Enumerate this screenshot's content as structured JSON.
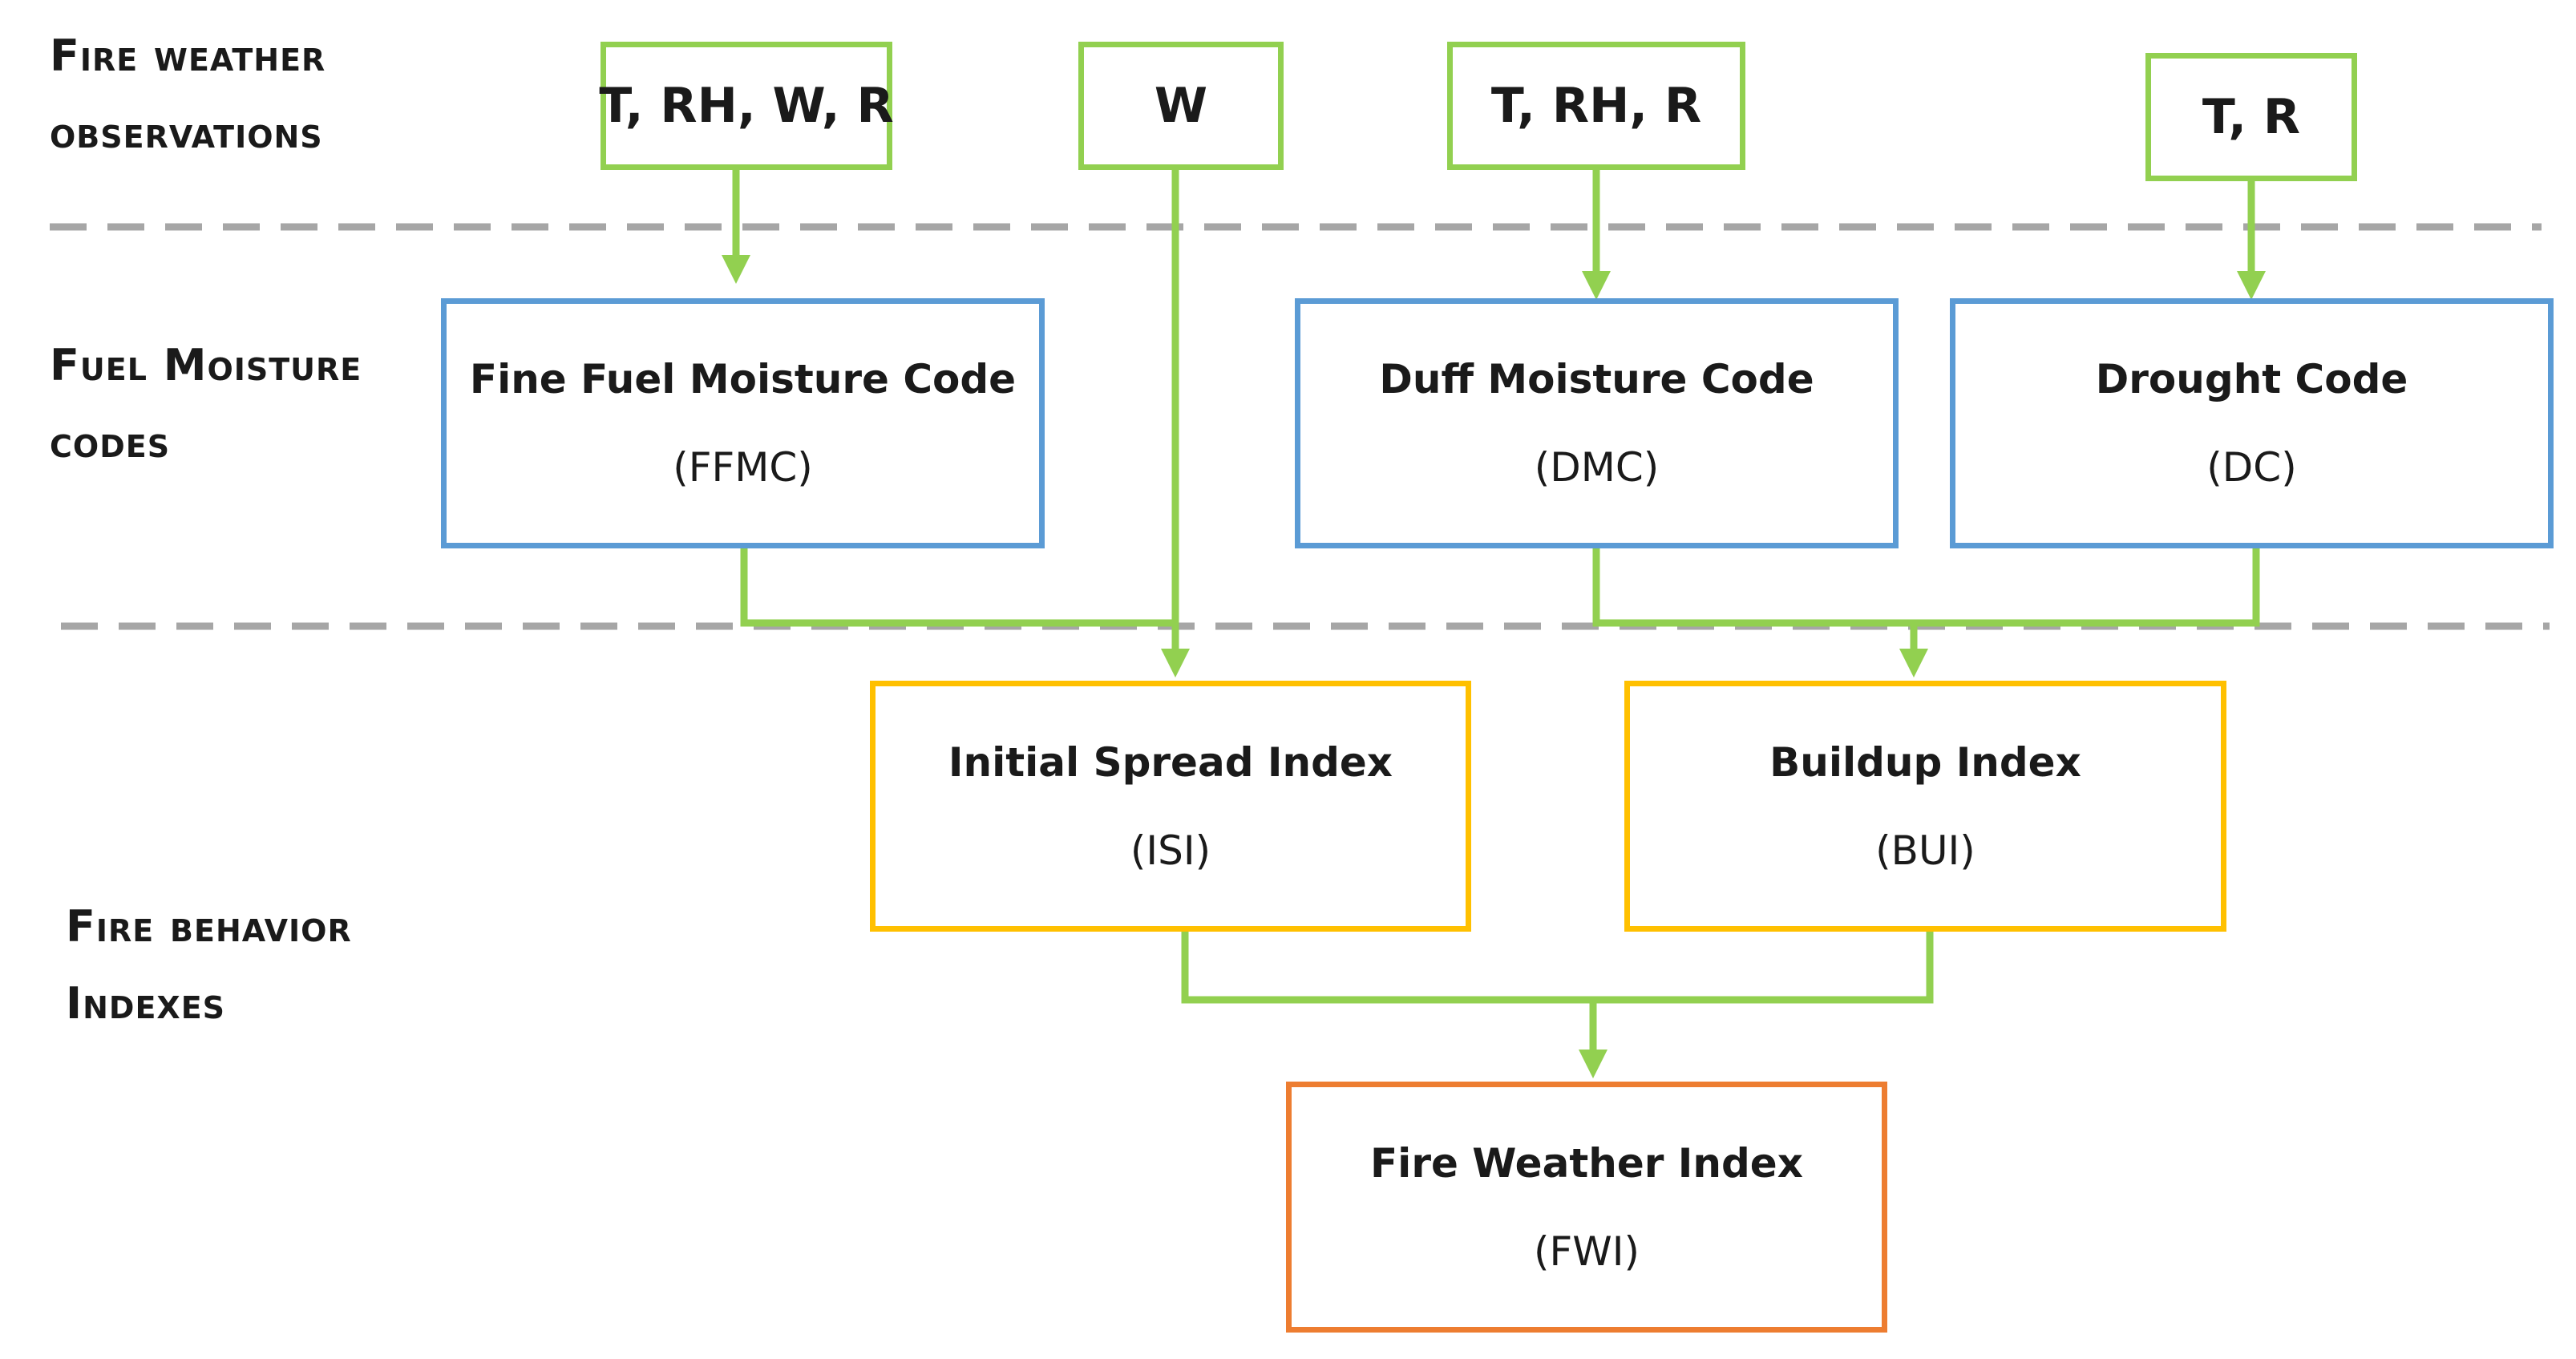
{
  "tiers": {
    "observations": [
      "Fire weather",
      "observations"
    ],
    "moisture": [
      "Fuel Moisture",
      "codes"
    ],
    "behavior": [
      "Fire behavior",
      "Indexes"
    ]
  },
  "observations": {
    "ffmc_inputs": "T, RH, W, R",
    "wind_input": "W",
    "dmc_inputs": "T, RH, R",
    "dc_inputs": "T, R"
  },
  "codes": {
    "ffmc": {
      "name": "Fine Fuel Moisture Code",
      "abbr": "(FFMC)"
    },
    "dmc": {
      "name": "Duff Moisture Code",
      "abbr": "(DMC)"
    },
    "dc": {
      "name": "Drought Code",
      "abbr": "(DC)"
    }
  },
  "indexes": {
    "isi": {
      "name": "Initial Spread Index",
      "abbr": "(ISI)"
    },
    "bui": {
      "name": "Buildup Index",
      "abbr": "(BUI)"
    },
    "fwi": {
      "name": "Fire Weather Index",
      "abbr": "(FWI)"
    }
  },
  "colors": {
    "observation_border": "#92d050",
    "moisture_code_border": "#5b9bd5",
    "index_border": "#ffc000",
    "fwi_border": "#ed7d31",
    "connector": "#92d050",
    "separator": "#a6a6a6"
  }
}
